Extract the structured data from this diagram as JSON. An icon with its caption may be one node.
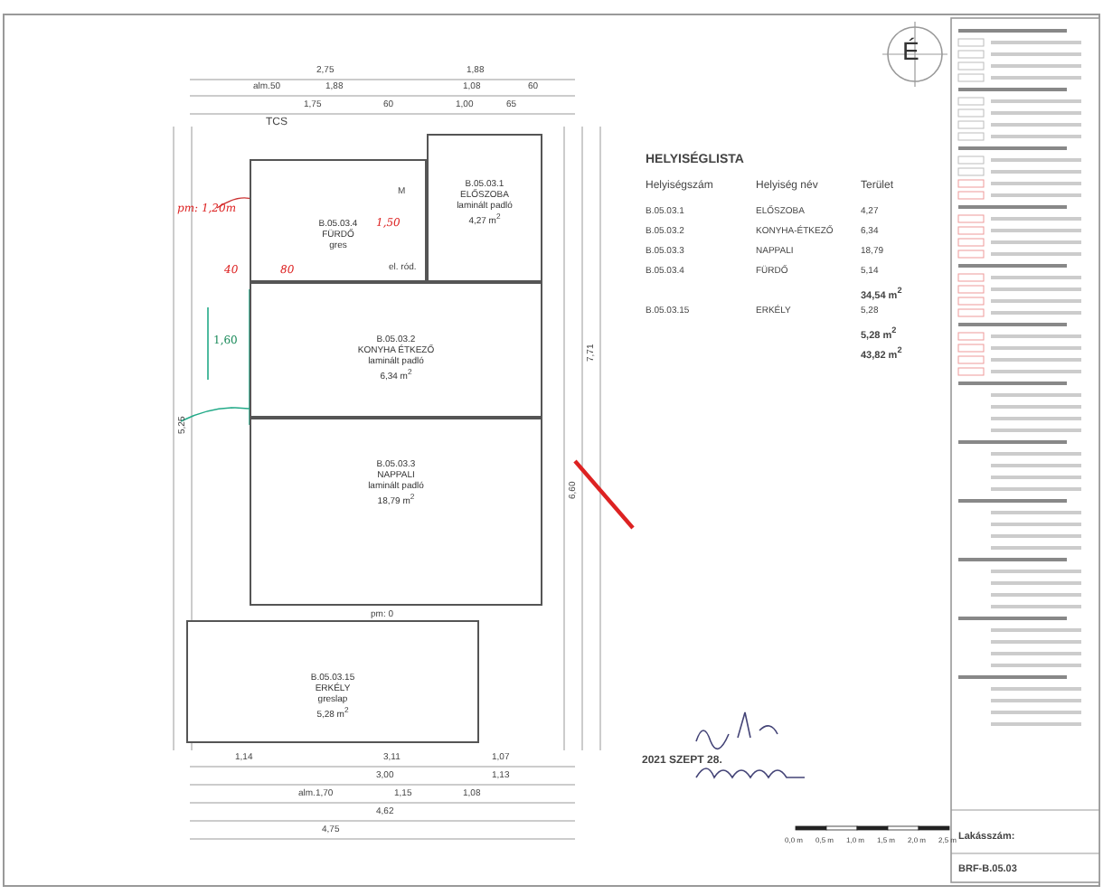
{
  "diagram": {
    "nodes": [
      {
        "text": [
          "B.05.03.4",
          "FÜRDŐ",
          "gres"
        ]
      },
      {
        "text": [
          "B.05.03.1",
          "ELŐSZOBA",
          "laminált padló",
          "4,27 m$^{2}$"
        ]
      },
      {
        "text": [
          "B.05.03.2",
          "KONYHA ÉTKEZŐ",
          "laminált padló",
          "6,34 m$^{2}$"
        ]
      },
      {
        "text": [
          "B.05.03.3",
          "NAPPALI",
          "laminált padló",
          "18,79 m$^{2}$"
        ]
      },
      {
        "text": [
          "B.05.03.15",
          "ERKÉLY",
          "greslap",
          "5,28 m$^{2}$"
        ]
      }
    ],
    "labels": [
      "HELYISÉGLISTA",
      "Helyiségszám",
      "Helyiség név",
      "Terület",
      "B.05.03.1",
      "ELŐSZOBA",
      "4,27",
      "B.05.03.2",
      "KONYHA-ÉTKEZŐ",
      "6,34",
      "B.05.03.3",
      "NAPPALI",
      "18,79",
      "B.05.03.4",
      "FÜRDŐ",
      "5,14",
      "34,54 m$^{2}$",
      "B.05.03.15",
      "ERKÉLY",
      "5,28",
      "5,28 m$^{2}$",
      "43,82 m$^{2}$",
      "É",
      "TCS",
      "M",
      "el. ród.",
      "pm: 0",
      "2021 SZEPT 28.",
      "pm: 1,20m",
      "40",
      "80",
      "1,50",
      "1,60",
      "2,75",
      "1,88",
      "alm.50",
      "1,88",
      "1,08",
      "60",
      "1,75",
      "60",
      "1,00",
      "65",
      "1,14",
      "3,11",
      "1,07",
      "3,00",
      "1,13",
      "alm.1,70",
      "1,15",
      "1,08",
      "4,62",
      "4,75",
      "7,71",
      "5,25",
      "6,60",
      "0,0 m",
      "0,5 m",
      "1,0 m",
      "1,5 m",
      "2,0 m",
      "2,5 m",
      "Lakásszám:",
      "BRF-B.05.03"
    ]
  }
}
